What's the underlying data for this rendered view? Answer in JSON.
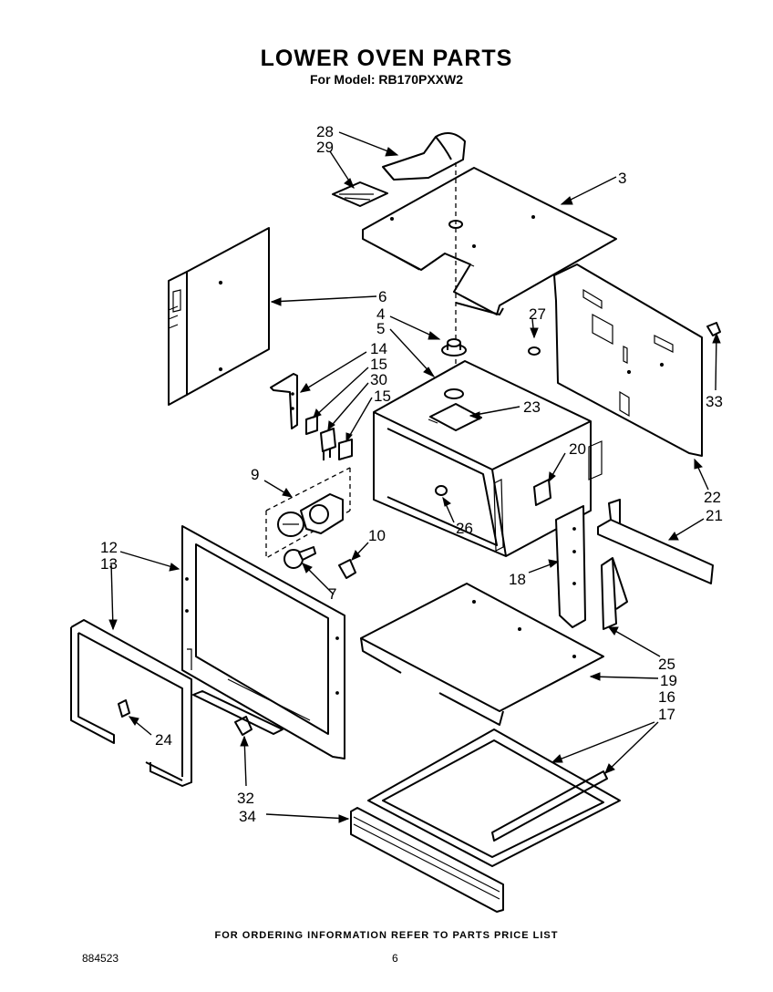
{
  "header": {
    "title": "LOWER OVEN PARTS",
    "subtitle": "For Model: RB170PXXW2"
  },
  "footer": {
    "ordering_note": "FOR ORDERING INFORMATION REFER TO PARTS PRICE LIST",
    "doc_number": "884523",
    "page_number": "6"
  },
  "callouts": {
    "c28": "28",
    "c29": "29",
    "c3": "3",
    "c6": "6",
    "c4": "4",
    "c5": "5",
    "c27": "27",
    "c14": "14",
    "c15a": "15",
    "c30": "30",
    "c15b": "15",
    "c23": "23",
    "c33": "33",
    "c9": "9",
    "c20": "20",
    "c22": "22",
    "c21": "21",
    "c26": "26",
    "c10": "10",
    "c12": "12",
    "c13": "13",
    "c7": "7",
    "c18": "18",
    "c25": "25",
    "c19": "19",
    "c16": "16",
    "c17": "17",
    "c24": "24",
    "c32": "32",
    "c34": "34"
  }
}
